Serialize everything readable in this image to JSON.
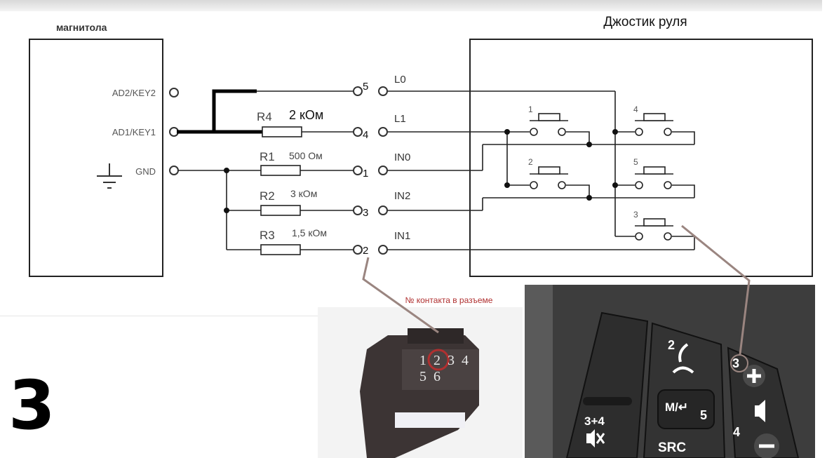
{
  "title": "3",
  "radio": {
    "label": "магнитола",
    "pins": [
      "AD2/KEY2",
      "AD1/KEY1",
      "GND"
    ]
  },
  "joystick": {
    "label": "Джостик руля",
    "lines": [
      "L0",
      "L1",
      "IN0",
      "IN2",
      "IN1"
    ],
    "buttons": [
      "1",
      "2",
      "3",
      "4",
      "5"
    ]
  },
  "resistors": [
    {
      "name": "R4",
      "value": "2 кОм"
    },
    {
      "name": "R1",
      "value": "500 Ом"
    },
    {
      "name": "R2",
      "value": "3 кОм"
    },
    {
      "name": "R3",
      "value": "1,5 кОм"
    }
  ],
  "connector_pins": [
    "5",
    "4",
    "1",
    "3",
    "2"
  ],
  "connector_photo": {
    "caption": "№ контакта в разъеме",
    "pins_top": [
      "1",
      "2",
      "3",
      "4"
    ],
    "pins_bottom": [
      "5",
      "6"
    ]
  },
  "wheel_photo": {
    "labels": [
      "2",
      "3",
      "3+4",
      "5",
      "4"
    ],
    "button_m": "M/↵",
    "button_src": "SRC"
  },
  "colors": {
    "leader": "#9a8580",
    "highlight": "#b03030"
  }
}
